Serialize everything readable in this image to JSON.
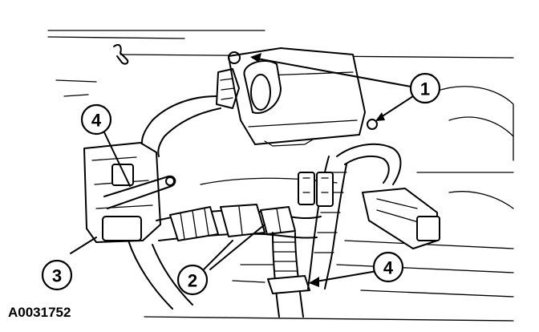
{
  "figure_id": "A0031752",
  "callouts": [
    {
      "id": "c1",
      "number": "1"
    },
    {
      "id": "c2",
      "number": "2"
    },
    {
      "id": "c3",
      "number": "3"
    },
    {
      "id": "c4a",
      "number": "4"
    },
    {
      "id": "c4b",
      "number": "4"
    }
  ]
}
